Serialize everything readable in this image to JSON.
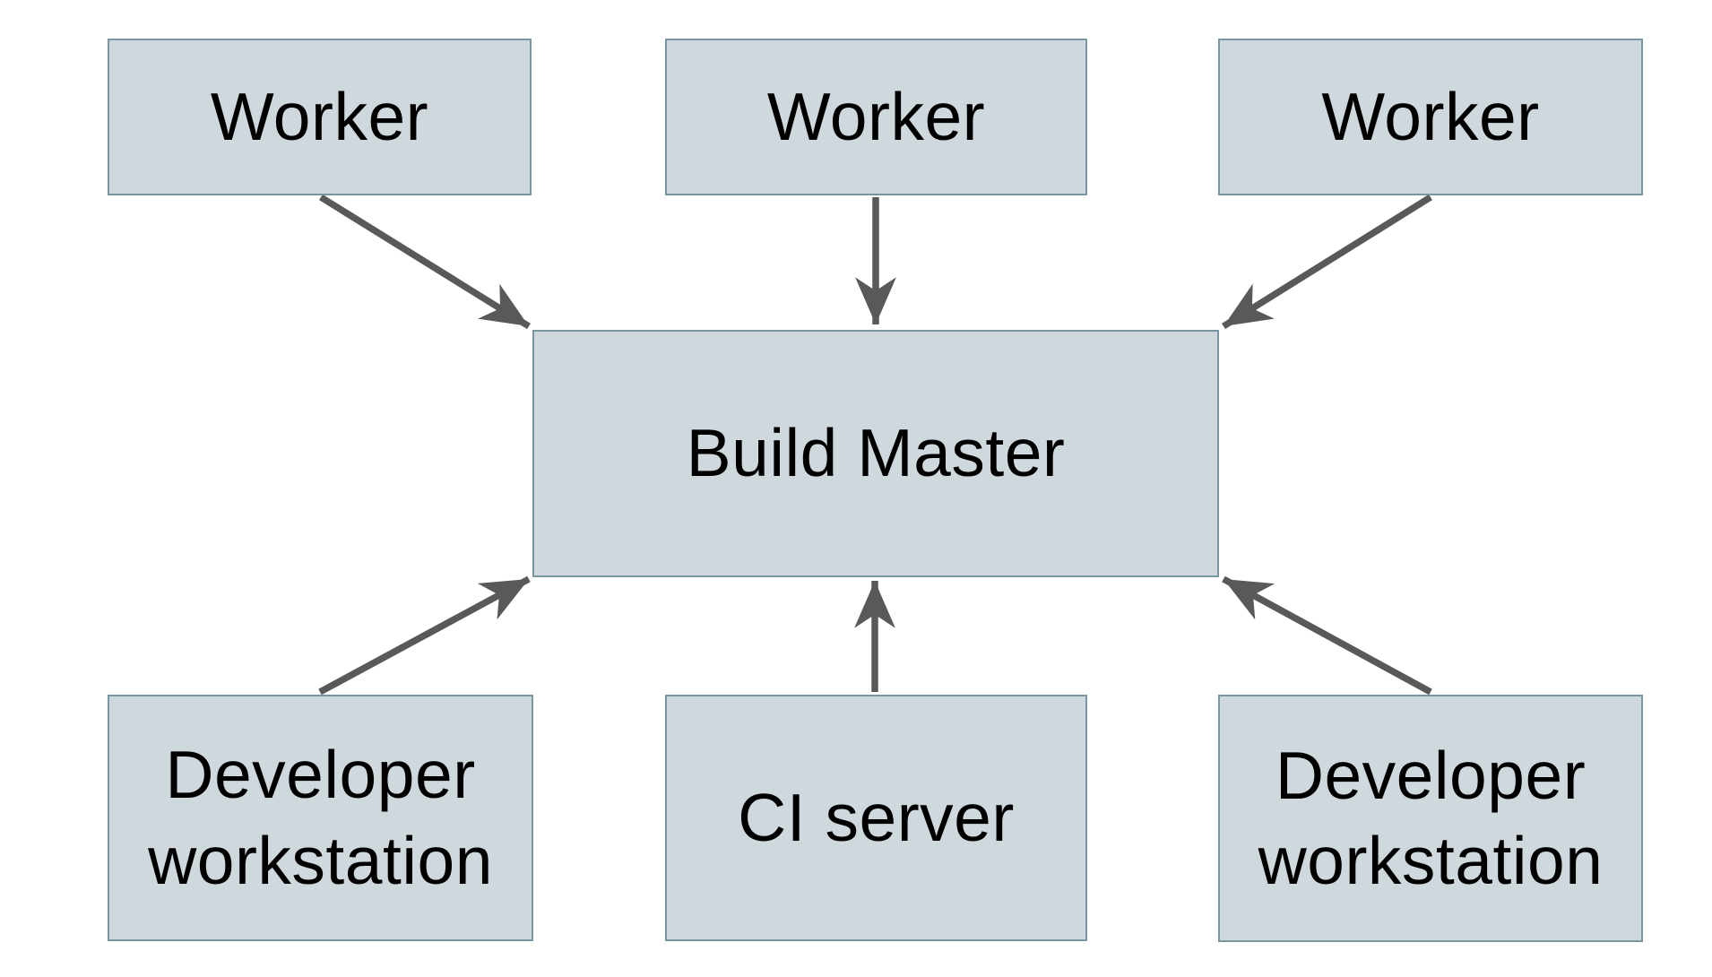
{
  "diagram": {
    "nodes": {
      "worker_left": {
        "label": "Worker"
      },
      "worker_center": {
        "label": "Worker"
      },
      "worker_right": {
        "label": "Worker"
      },
      "build_master": {
        "label": "Build Master"
      },
      "dev_left": {
        "label": "Developer workstation"
      },
      "ci_server": {
        "label": "CI server"
      },
      "dev_right": {
        "label": "Developer workstation"
      }
    },
    "edges": [
      {
        "from": "worker_left",
        "to": "build_master"
      },
      {
        "from": "worker_center",
        "to": "build_master"
      },
      {
        "from": "worker_right",
        "to": "build_master"
      },
      {
        "from": "dev_left",
        "to": "build_master"
      },
      {
        "from": "ci_server",
        "to": "build_master"
      },
      {
        "from": "dev_right",
        "to": "build_master"
      }
    ],
    "colors": {
      "node_fill": "#cfd8dc",
      "node_border": "#7b96a3",
      "arrow": "#595959",
      "text": "#000000",
      "background": "#ffffff"
    }
  }
}
